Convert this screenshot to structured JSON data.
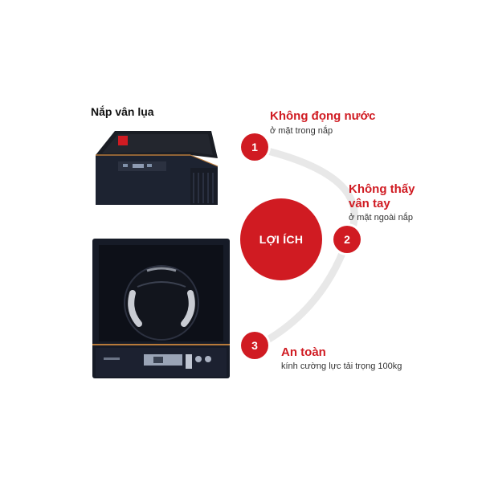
{
  "caption": "Nắp vân lụa",
  "hub_label": "LỢI ÍCH",
  "features": [
    {
      "number": "1",
      "title": "Không đọng nước",
      "subtitle": "ở mặt trong nắp"
    },
    {
      "number": "2",
      "title_line1": "Không thấy",
      "title_line2": "vân tay",
      "subtitle": "ở mặt ngoài nắp"
    },
    {
      "number": "3",
      "title": "An toàn",
      "subtitle": "kính cường lực tải trọng 100kg"
    }
  ],
  "colors": {
    "accent": "#d01b22",
    "arc": "#e8e8e8",
    "machine": "#1b2130"
  }
}
